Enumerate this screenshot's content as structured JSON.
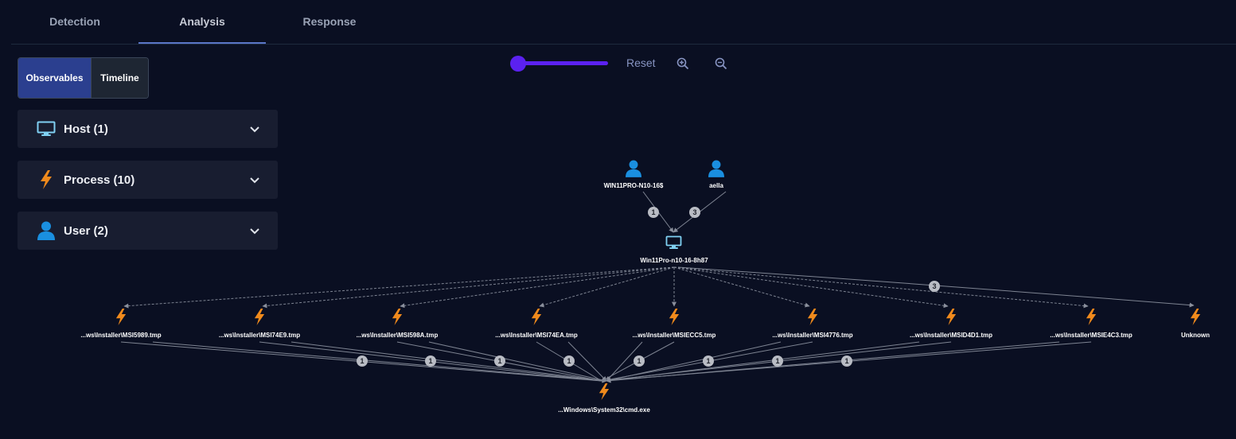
{
  "tabs": [
    "Detection",
    "Analysis",
    "Response"
  ],
  "view_toggle": {
    "observables": "Observables",
    "timeline": "Timeline"
  },
  "panels": [
    {
      "label": "Host (1)",
      "icon": "monitor-icon"
    },
    {
      "label": "Process (10)",
      "icon": "bolt-icon"
    },
    {
      "label": "User (2)",
      "icon": "user-icon"
    }
  ],
  "zoom": {
    "reset_label": "Reset",
    "level": 0
  },
  "graph": {
    "users": [
      "WIN11PRO-N10-16$",
      "aella"
    ],
    "user_edge_counts": [
      "1",
      "3"
    ],
    "host": "Win11Pro-n10-16-8h87",
    "processes": [
      "...ws\\Installer\\MSI5989.tmp",
      "...ws\\Installer\\MSI74E9.tmp",
      "...ws\\Installer\\MSI598A.tmp",
      "...ws\\Installer\\MSI74EA.tmp",
      "...ws\\Installer\\MSIECC5.tmp",
      "...ws\\Installer\\MSI4776.tmp",
      "...ws\\Installer\\MSID4D1.tmp",
      "...ws\\Installer\\MSIE4C3.tmp",
      "Unknown"
    ],
    "unknown_edge_count": "3",
    "process_edge_counts": [
      "1",
      "1",
      "1",
      "1",
      "1",
      "1",
      "1",
      "1"
    ],
    "target": "...Windows\\System32\\cmd.exe"
  },
  "colors": {
    "accent": "#2b3f8f",
    "slider": "#5b21f0",
    "process": "#f08a1c",
    "user": "#1a8fe0",
    "host": "#7fd0f2"
  }
}
